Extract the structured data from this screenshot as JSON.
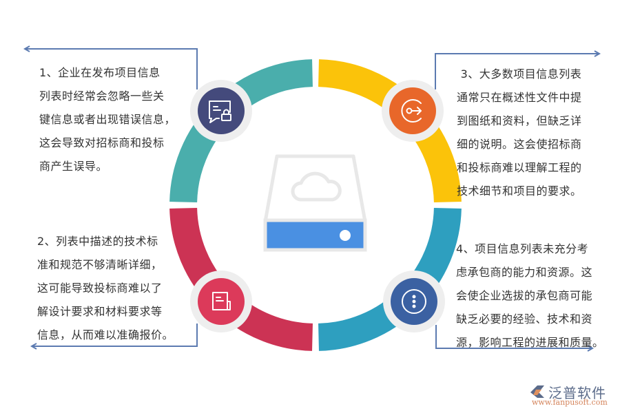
{
  "colors": {
    "segment_top_left": "#4aaeac",
    "segment_top_right": "#fbc30a",
    "segment_bottom_left": "#cc3354",
    "segment_bottom_right": "#2e9fbf",
    "icon_1_bg": "#444a7c",
    "icon_2_bg": "#dc3a5a",
    "icon_3_bg": "#e8672a",
    "icon_4_bg": "#3b61a2",
    "icon_halo": "#eeeeee",
    "connector": "#5b7ab0",
    "center_icon_outline": "#e8e8e8",
    "center_icon_bar": "#4a90e2",
    "text": "#333333"
  },
  "items": [
    {
      "number": "1",
      "icon": "message-lock-icon",
      "lines": [
        "1、企业在发布项目信息",
        "列表时经常会忽略一些关",
        "键信息或者出现错误信息，",
        "这会导致对招标商和投标",
        "商产生误导。"
      ]
    },
    {
      "number": "2",
      "icon": "document-icon",
      "lines": [
        "2、列表中描述的技术标",
        "准和规范不够清晰详细，",
        "这可能导致投标商难以了",
        "解设计要求和材料要求等",
        "信息，从而难以准确报价。"
      ]
    },
    {
      "number": "3",
      "icon": "key-exit-icon",
      "lines": [
        " 3、大多数项目信息列表",
        "通常只在概述性文件中提",
        "到图纸和资料，但缺乏详",
        "细的说明。这会使招标商",
        "和投标商难以理解工程的",
        "技术细节和项目的要求。"
      ]
    },
    {
      "number": "4",
      "icon": "more-vertical-icon",
      "lines": [
        "4、项目信息列表未充分考",
        "虑承包商的能力和资源。这",
        "会使企业选拔的承包商可能",
        "缺乏必要的经验、技术和资",
        "源，影响工程的进展和质量。"
      ]
    }
  ],
  "center_icon": "cloud-storage-drive-icon",
  "logo": {
    "name": "泛普软件",
    "url": "www.fanpusoft.com"
  }
}
